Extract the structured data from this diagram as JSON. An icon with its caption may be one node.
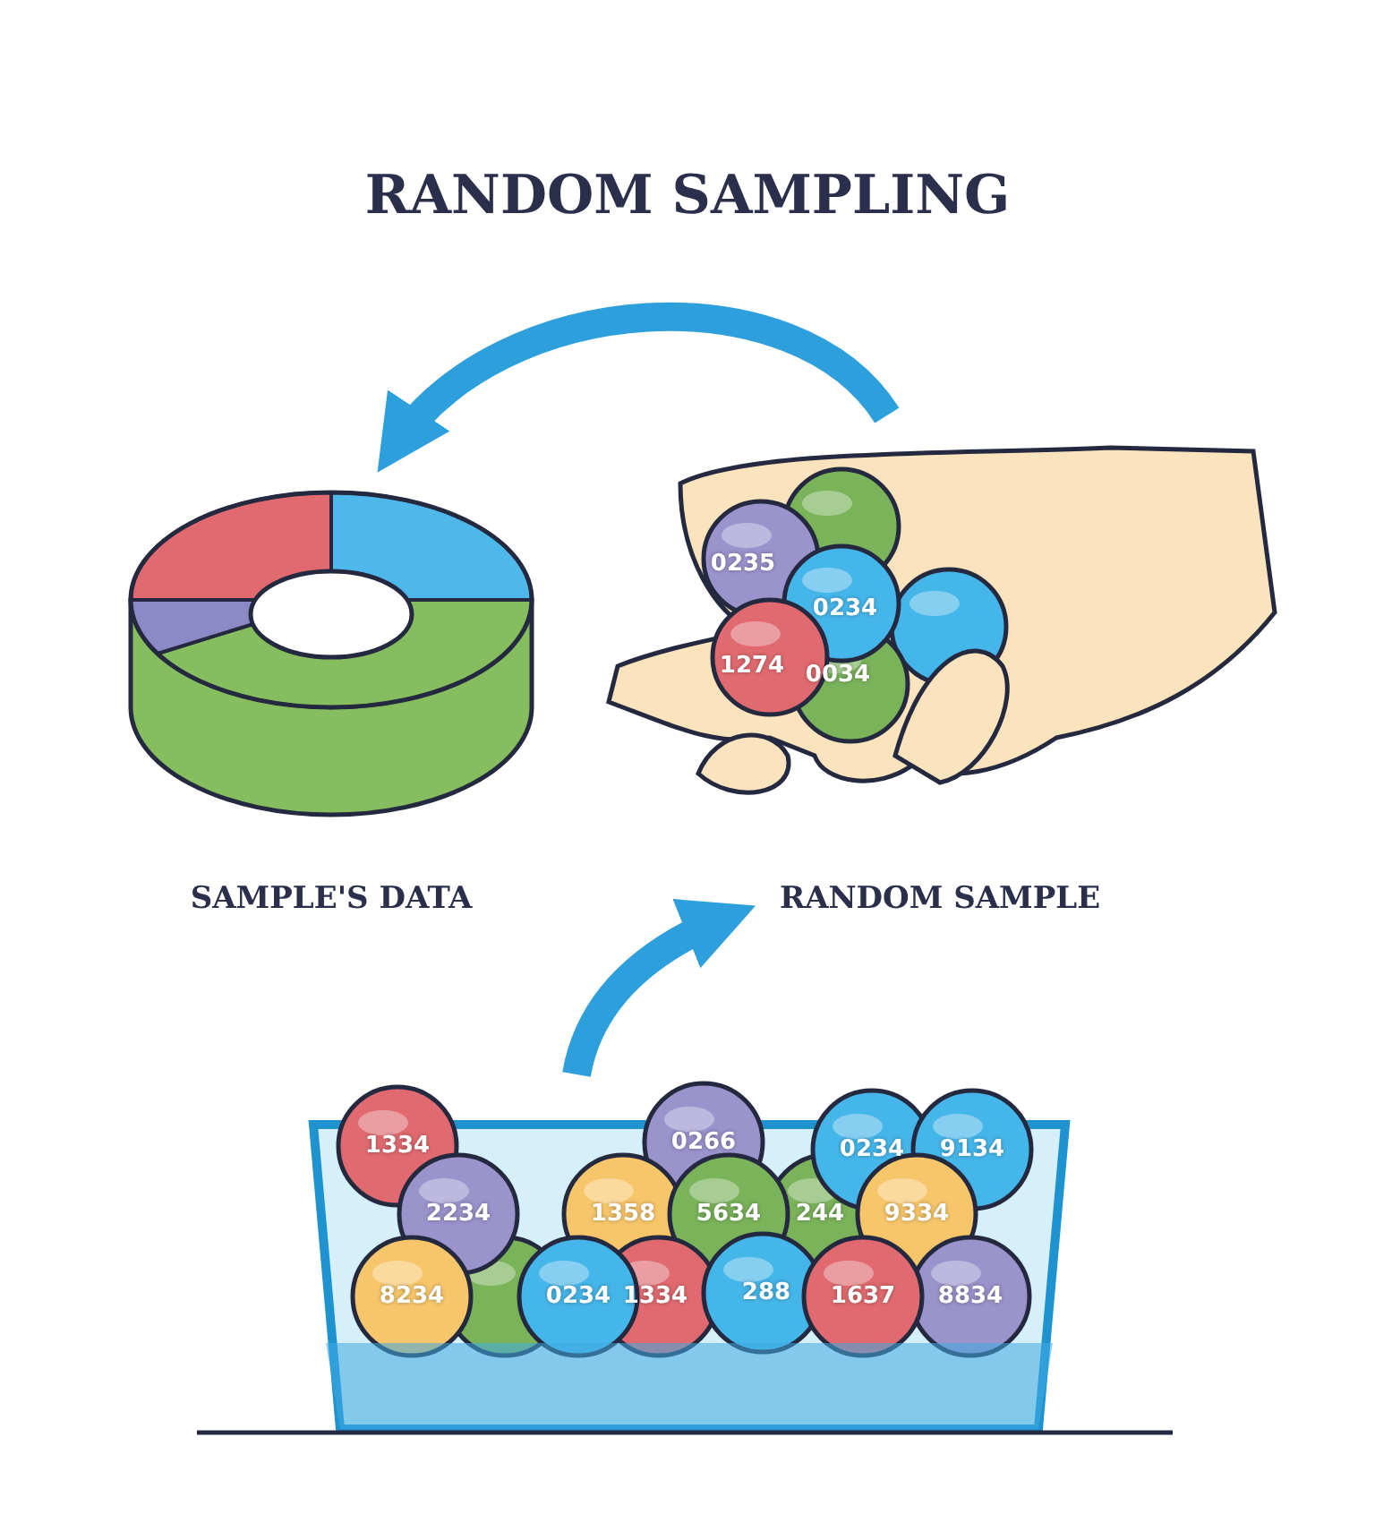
{
  "diagram": {
    "title": "RANDOM SAMPLING",
    "nodes": [
      {
        "text": [
          "SAMPLE'S DATA"
        ]
      },
      {
        "text": [
          "RANDOM SAMPLE"
        ]
      },
      {
        "text": [],
        "shape": "picture"
      }
    ],
    "edges": [
      {
        "from": 2,
        "to": 1,
        "arrow": "to"
      },
      {
        "from": 1,
        "to": 0,
        "arrow": "to"
      }
    ],
    "labels": [
      "0235",
      "0234",
      "1274",
      "0034",
      "1334",
      "0266",
      "0234",
      "9134",
      "2234",
      "1358",
      "5634",
      "244",
      "9334",
      "8234",
      "0234",
      "1334",
      "288",
      "1637",
      "8834"
    ]
  }
}
